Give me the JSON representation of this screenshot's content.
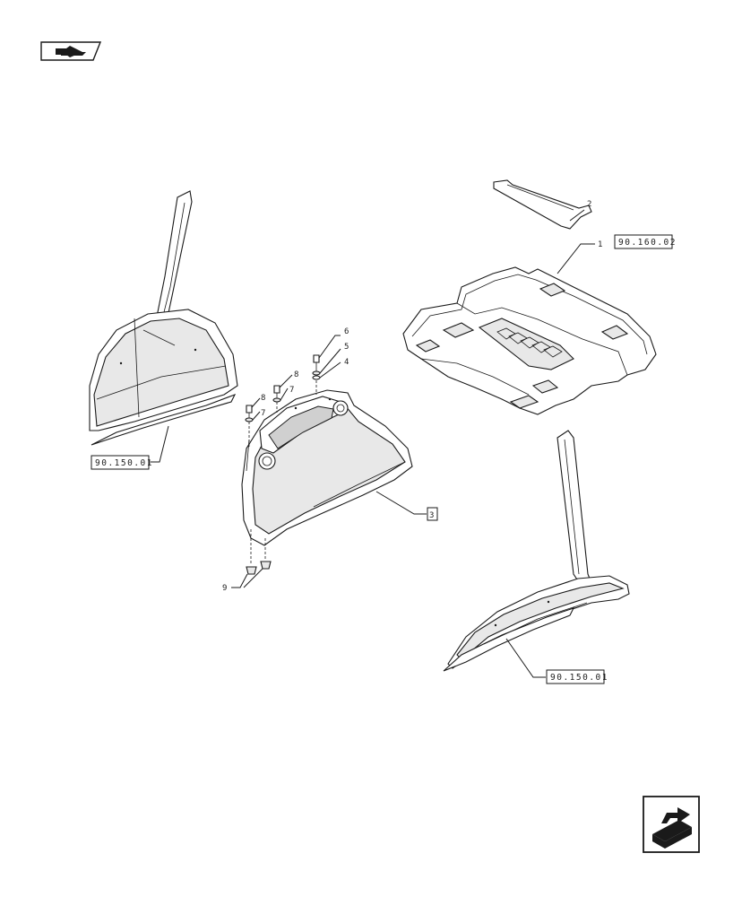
{
  "header": {
    "nav_icon": "previous-page-icon"
  },
  "footer": {
    "nav_icon": "next-page-icon"
  },
  "callouts": {
    "c1": "1",
    "c2": "2",
    "c3": "3",
    "c4": "4",
    "c5": "5",
    "c6": "6",
    "c7a": "7",
    "c7b": "7",
    "c8a": "8",
    "c8b": "8",
    "c9": "9"
  },
  "references": {
    "headliner_ref": "90.160.02",
    "left_fender_ref": "90.150.01",
    "right_fender_ref": "90.150.01"
  },
  "colors": {
    "line": "#1a1a1a",
    "shade": "#e8e8e8",
    "background": "#ffffff"
  }
}
